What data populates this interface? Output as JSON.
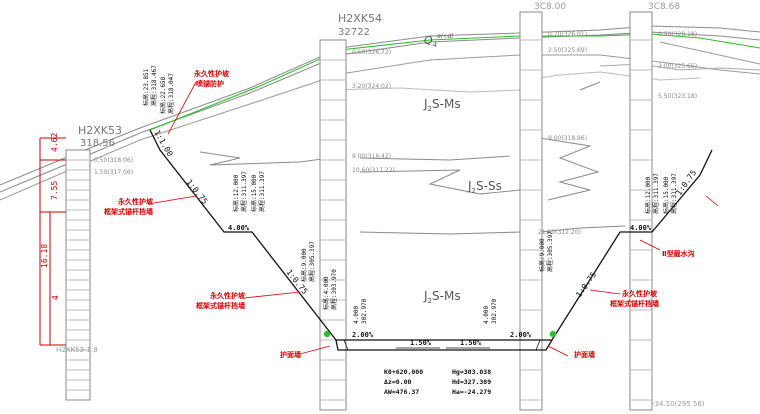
{
  "boreholes": {
    "left_id": "H2XK53",
    "left_elev": "318.56",
    "mid_id": "H2XK54",
    "mid_elev": "32722",
    "right_top_a": "3C8.00",
    "right_top_b": "3C8.68",
    "bottom_left": "H2XK53-1.8",
    "bottom_right": "-34.10(295.56)"
  },
  "strata": {
    "q4": "Q",
    "q4_sub": "4",
    "q4_sup": "el+dl",
    "j2s_ms_upper": "J",
    "j2s_ms_upper_rest": "S-Ms",
    "j2s_ss": "J",
    "j2s_ss_rest": "S-Ss",
    "j2s_ms_lower": "J",
    "j2s_ms_lower_rest": "S-Ms",
    "sub2": "2"
  },
  "depth_marks": {
    "left": [
      "0.50(318.06)",
      "1.50(317.06)"
    ],
    "mid": [
      "0.50(326.72)",
      "3.20(324.02)",
      "9.00(316.42)",
      "10.60(317.22)"
    ],
    "right_a": [
      "0.70(326.01)",
      "2.50(325.69)",
      "9.00(318.96)",
      "21.60(312.20)"
    ],
    "right_b": [
      "0.50(328.18)",
      "3.00(325.65)",
      "5.50(323.18)"
    ]
  },
  "slopes": {
    "s1": "1:1.00",
    "s2": "1:0.75",
    "s3": "1:0.75",
    "s4": "1:0.75",
    "s5": "1:0.75"
  },
  "dims": {
    "d1": "4.62",
    "d2": "7.55",
    "d3": "16.18",
    "d4": "4"
  },
  "berms": {
    "left": "4.00%",
    "right": "4.00%",
    "bottom_left": "4.000",
    "bottom_right": "4.000",
    "bottom_left_val": "302.970",
    "bottom_right_val": "302.970"
  },
  "road": {
    "l1": "2.00%",
    "l2": "1.50%",
    "r1": "1.50%",
    "r2": "2.00%"
  },
  "callouts": {
    "c1a": "永久性护坡",
    "c1b": "喷锚防护",
    "c2a": "永久性护坡",
    "c2b": "框架式锚杆挡墙",
    "c3a": "永久性护坡",
    "c3b": "框架式锚杆挡墙",
    "c4a": "永久性护坡",
    "c4b": "框架式锚杆挡墙",
    "c5": "护面墙",
    "c6": "护面墙",
    "c7": "Ⅱ型截水沟"
  },
  "station": {
    "k": "K0+620.000",
    "dz": "Δz=0.00",
    "aw": "AW=476.37",
    "hg": "Hg=303.038",
    "hd": "Hd=327.309",
    "ha": "Ha=-24.279"
  },
  "elev_pairs": {
    "a1": "标高:23.851",
    "a2": "高程:318.467",
    "b1": "标高:22.658",
    "b2": "高程:318.047",
    "c1": "标高:12.000",
    "c2": "高程:311.397",
    "d1": "标高:15.000",
    "d2": "高程:311.397",
    "e1": "标高:9.000",
    "e2": "高程:305.397",
    "f1": "标高:4.000",
    "f2": "高程:303.970",
    "g1": "标高:9.000",
    "g2": "高程:305.397",
    "h1": "标高:12.000",
    "h2": "高程:311.397",
    "i1": "标高:15.000",
    "i2": "高程:311.397"
  }
}
